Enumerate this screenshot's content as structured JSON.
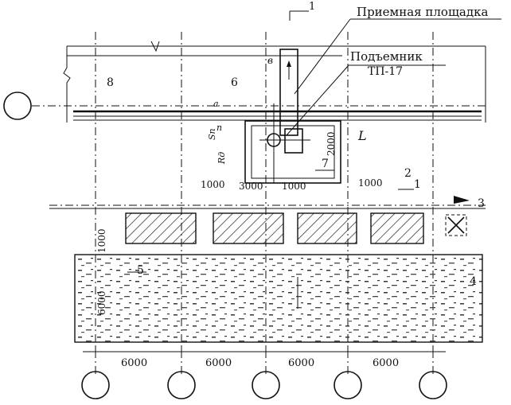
{
  "labels": {
    "platform": "Приемная площадка",
    "lift_name": "Подъемник",
    "lift_model": "ТП-17",
    "section_mark": "1",
    "dim_L": "L",
    "dim_b": "в",
    "dim_a": "a",
    "dim_n": "n",
    "dim_Sn": "Sn",
    "dim_Rd": "Rд"
  },
  "dimensions": {
    "gap_1000": "1000",
    "lift_offset_2000": "2000",
    "lift_width_3000": "3000",
    "row_offset_1000": "1000",
    "bay_depth_6000": "6000",
    "bay_span_6000": "6000"
  },
  "callouts": [
    "1",
    "2",
    "3",
    "4",
    "5",
    "6",
    "7",
    "8"
  ],
  "colors": {
    "ink": "#111111",
    "paper": "#ffffff",
    "hatch": "#222222"
  }
}
